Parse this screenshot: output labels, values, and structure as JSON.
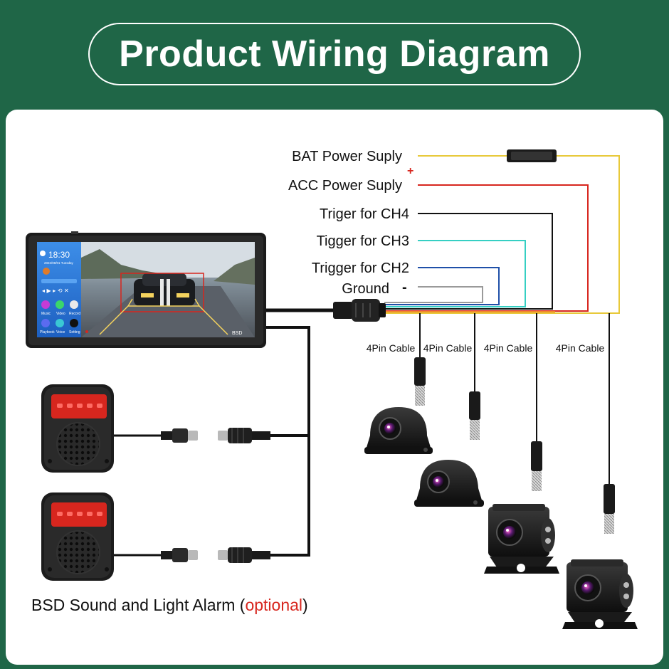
{
  "title": "Product Wiring Diagram",
  "wires": [
    {
      "label": "BAT Power Suply",
      "color": "#e8c93a"
    },
    {
      "label": "ACC Power Suply",
      "color": "#d7261e",
      "polarity": "+"
    },
    {
      "label": "Triger for CH4",
      "color": "#111111"
    },
    {
      "label": "Tigger for CH3",
      "color": "#36cfc3"
    },
    {
      "label": "Trigger for CH2",
      "color": "#1f4fa8"
    },
    {
      "label": "Ground",
      "color": "#9a9a9a",
      "polarity": "-"
    }
  ],
  "cable_label": "4Pin Cable",
  "cables": [
    "4Pin Cable",
    "4Pin Cable",
    "4Pin Cable",
    "4Pin Cable"
  ],
  "monitor": {
    "time": "18:30",
    "date": "2022/08/01 Tuesday",
    "apps": [
      "Music",
      "Video",
      "Record",
      "Playbook",
      "Voice",
      "Setting"
    ],
    "badge": "BSD"
  },
  "alarm_caption": {
    "prefix": "BSD Sound and Light Alarm (",
    "optional": "optional",
    "suffix": ")",
    "accent": "#d7261e"
  }
}
